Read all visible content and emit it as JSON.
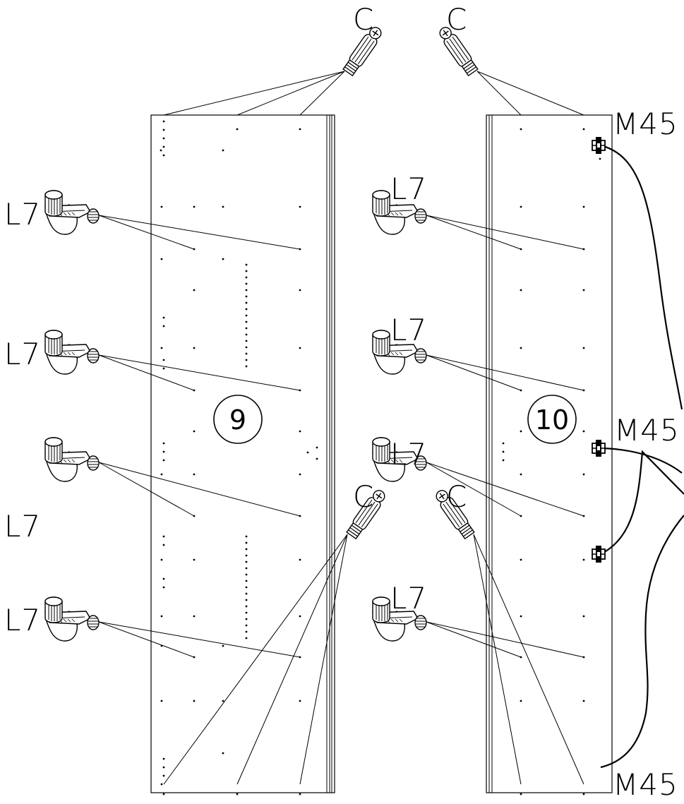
{
  "labels": {
    "cam_bolt": "C",
    "shelf_support": "L7",
    "hinge": "M45",
    "panel_left": "9",
    "panel_right": "10"
  },
  "colors": {
    "line": "#000000",
    "background": "#ffffff"
  },
  "icons": {
    "cam_bolt": "cam-bolt-icon",
    "shelf_support": "shelf-support-peg-icon",
    "hinge": "hinge-icon"
  }
}
